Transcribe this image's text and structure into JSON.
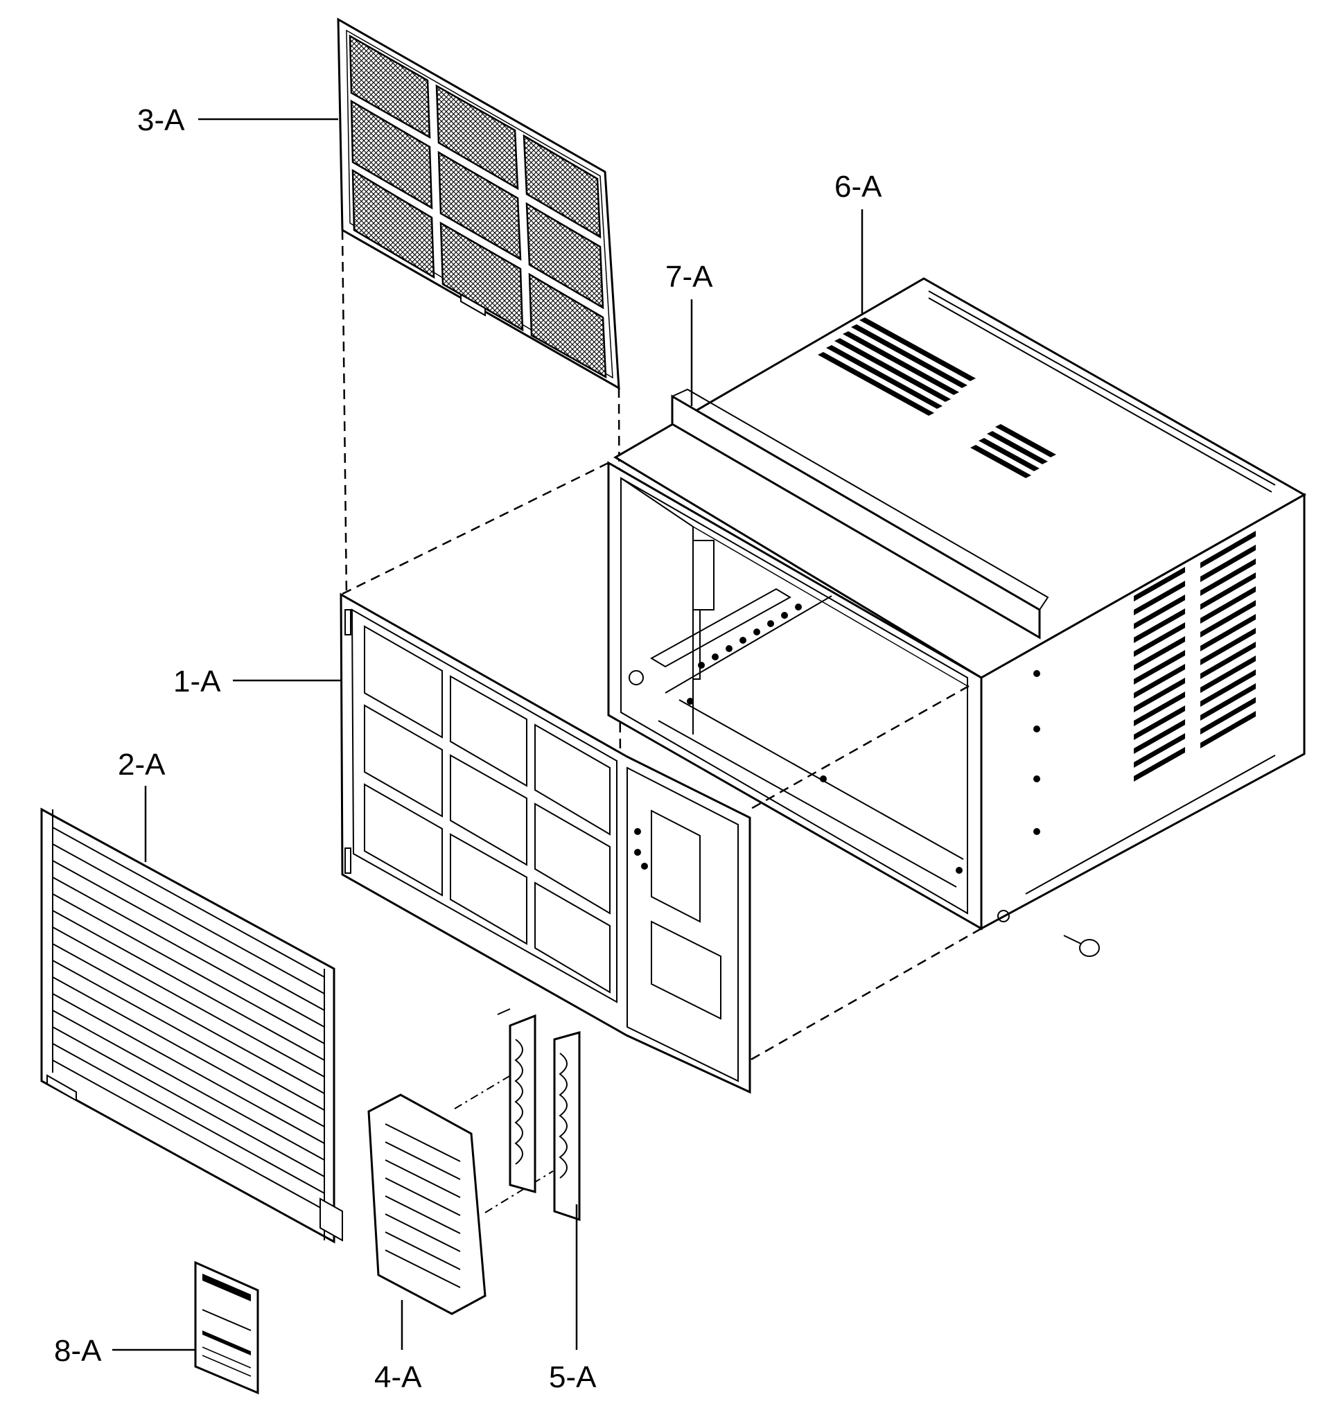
{
  "parts": [
    {
      "id": "1-A",
      "label": "1-A"
    },
    {
      "id": "2-A",
      "label": "2-A"
    },
    {
      "id": "3-A",
      "label": "3-A"
    },
    {
      "id": "4-A",
      "label": "4-A"
    },
    {
      "id": "5-A",
      "label": "5-A"
    },
    {
      "id": "6-A",
      "label": "6-A"
    },
    {
      "id": "7-A",
      "label": "7-A"
    },
    {
      "id": "8-A",
      "label": "8-A"
    }
  ],
  "colors": {
    "line": "#000000",
    "background": "#ffffff"
  }
}
